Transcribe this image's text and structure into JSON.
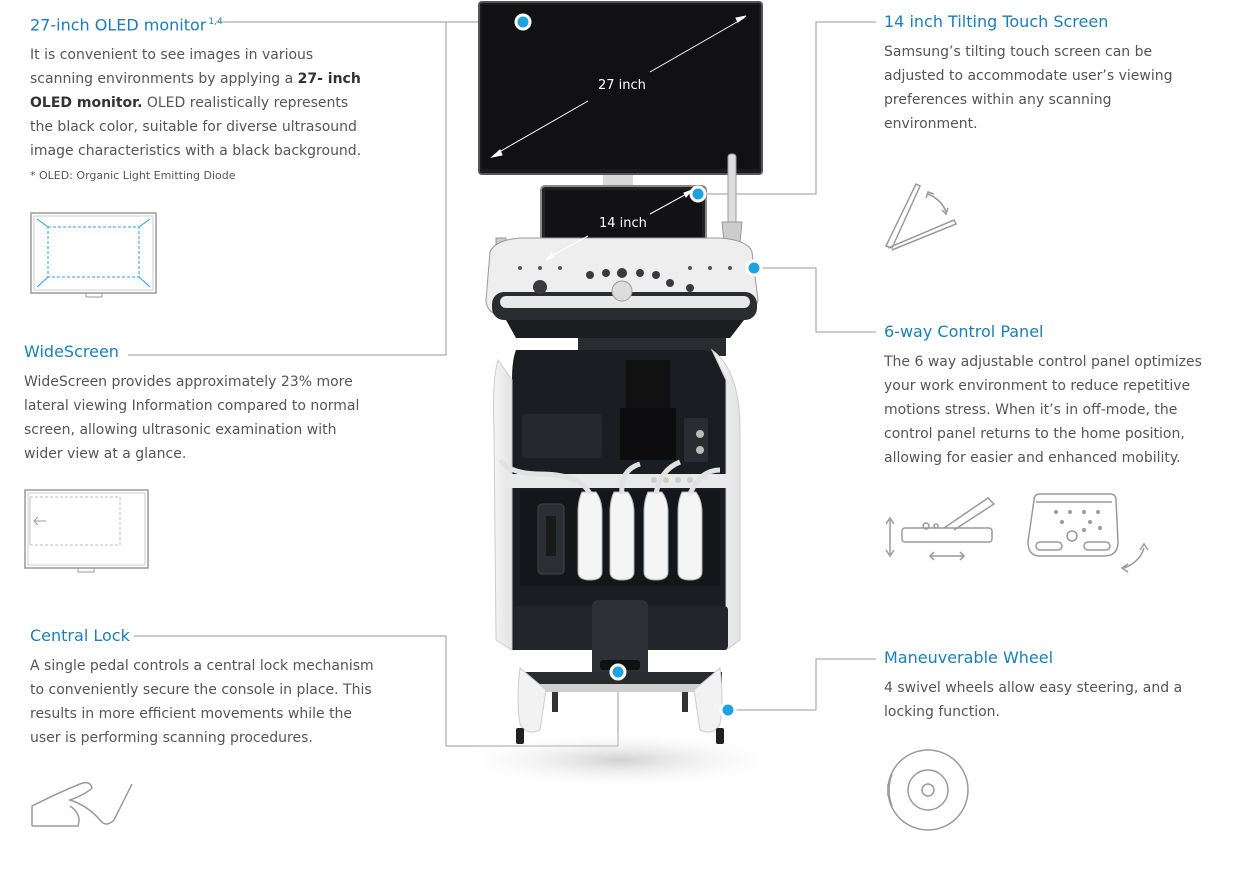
{
  "features": {
    "oled": {
      "title": "27-inch OLED monitor",
      "title_sup": "1,4",
      "desc_pre": "It is convenient to see images in various scanning environments by applying a",
      "desc_bold": "27- inch OLED monitor.",
      "desc_post": "OLED realistically represents the black color, suitable for diverse ultrasound image characteristics with a black background.",
      "footnote": "* OLED: Organic Light Emitting Diode"
    },
    "widescreen": {
      "title": "WideScreen",
      "desc": "WideScreen provides approximately 23% more lateral viewing Information compared to normal screen, allowing ultrasonic examination with wider view at a glance."
    },
    "central_lock": {
      "title": "Central Lock",
      "desc": "A single pedal controls a central lock mechanism to conveniently secure the console in place. This results in more efficient movements while the user is performing scanning procedures."
    },
    "touch_screen": {
      "title": "14 inch Tilting Touch Screen",
      "desc": "Samsung’s tilting touch screen can be adjusted to accommodate user’s viewing preferences within any scanning environment."
    },
    "control_panel": {
      "title": "6-way Control Panel",
      "desc": "The 6 way adjustable control panel optimizes your work environment to reduce repetitive motions stress. When it’s in off-mode, the control panel returns to the home position, allowing for easier and enhanced mobility."
    },
    "wheel": {
      "title": "Maneuverable Wheel",
      "desc": "4 swivel wheels allow easy steering, and a locking function."
    }
  },
  "device": {
    "monitor_label": "27 inch",
    "touch_label": "14 inch"
  },
  "colors": {
    "accent": "#1a7fb8",
    "marker": "#1fa3e0",
    "text": "#555555",
    "device_dark": "#1b1d22"
  }
}
